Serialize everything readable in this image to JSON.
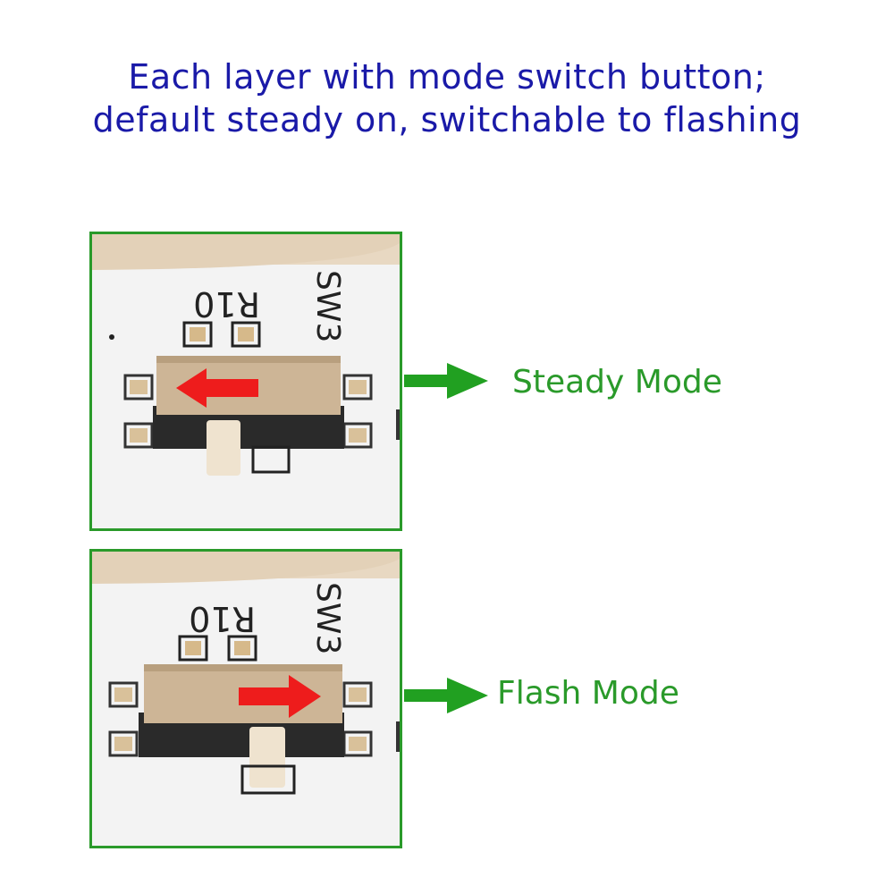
{
  "headline": {
    "line1": "Each layer with mode switch button;",
    "line2": "default steady on, switchable to flashing"
  },
  "panels": [
    {
      "silkscreen_resistor": "R10",
      "silkscreen_switch": "SW3",
      "slide_direction": "left",
      "mode_label": "Steady Mode"
    },
    {
      "silkscreen_resistor": "R10",
      "silkscreen_switch": "SW3",
      "slide_direction": "right",
      "mode_label": "Flash Mode"
    }
  ],
  "colors": {
    "headline_text": "#1a1aa8",
    "accent_green": "#2a9a2a",
    "arrow_red": "#ee1c1c",
    "pcb_board": "#e8d8c2",
    "switch_metal": "#cdb596"
  },
  "icons": {
    "slide_arrow": "red-arrow-icon",
    "pointer": "green-arrow-icon"
  }
}
